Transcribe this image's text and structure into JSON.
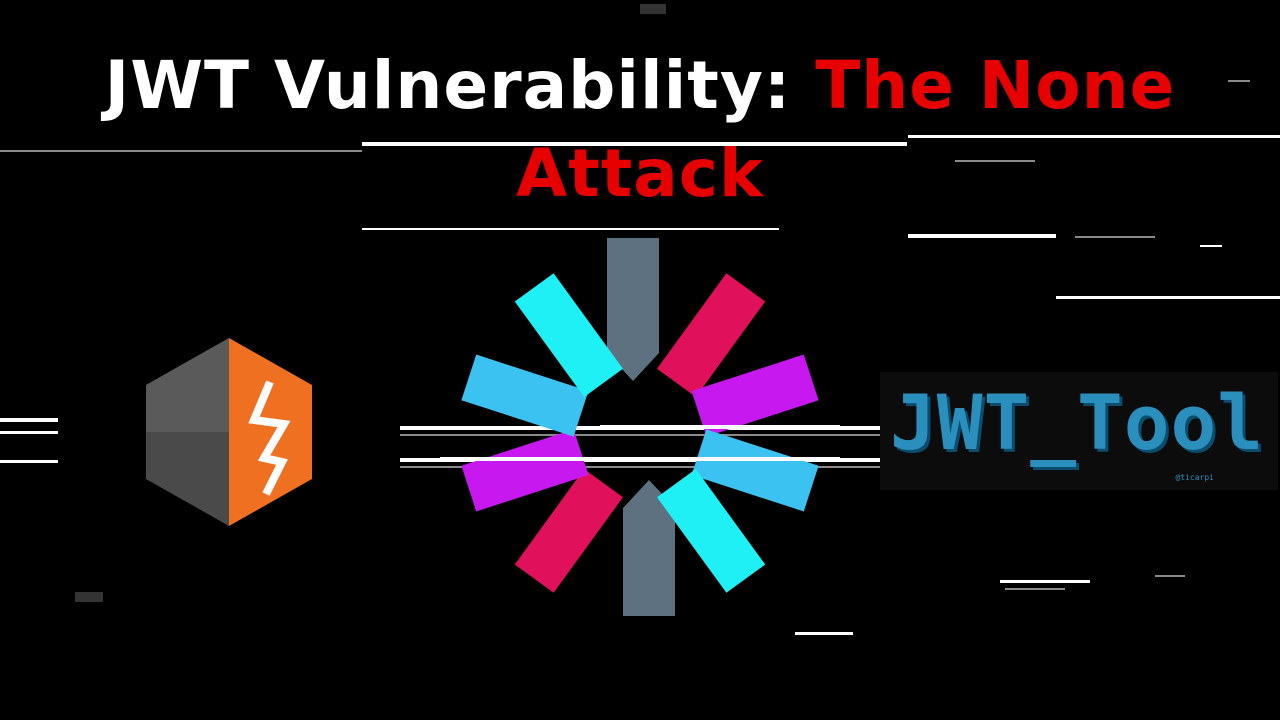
{
  "title": {
    "part_white": "JWT Vulnerability: ",
    "part_red": "The None",
    "line2": "Attack"
  },
  "logos": {
    "left_icon": "burp-suite-lightning-hexagon-icon",
    "center_icon": "jwt-io-flower-icon",
    "right_text": "JWT_Tool",
    "right_handle": "@ticarpi"
  },
  "colors": {
    "background": "#000000",
    "title_white": "#ffffff",
    "title_red": "#e60000",
    "burp_orange": "#f07021",
    "jwt_cyan": "#1ff0f5",
    "jwt_blue": "#3cc2f0",
    "jwt_magenta": "#c818f0",
    "jwt_pink": "#e0105a",
    "jwt_grey": "#5e7180",
    "jwttool_blue": "#2b8fbd"
  }
}
